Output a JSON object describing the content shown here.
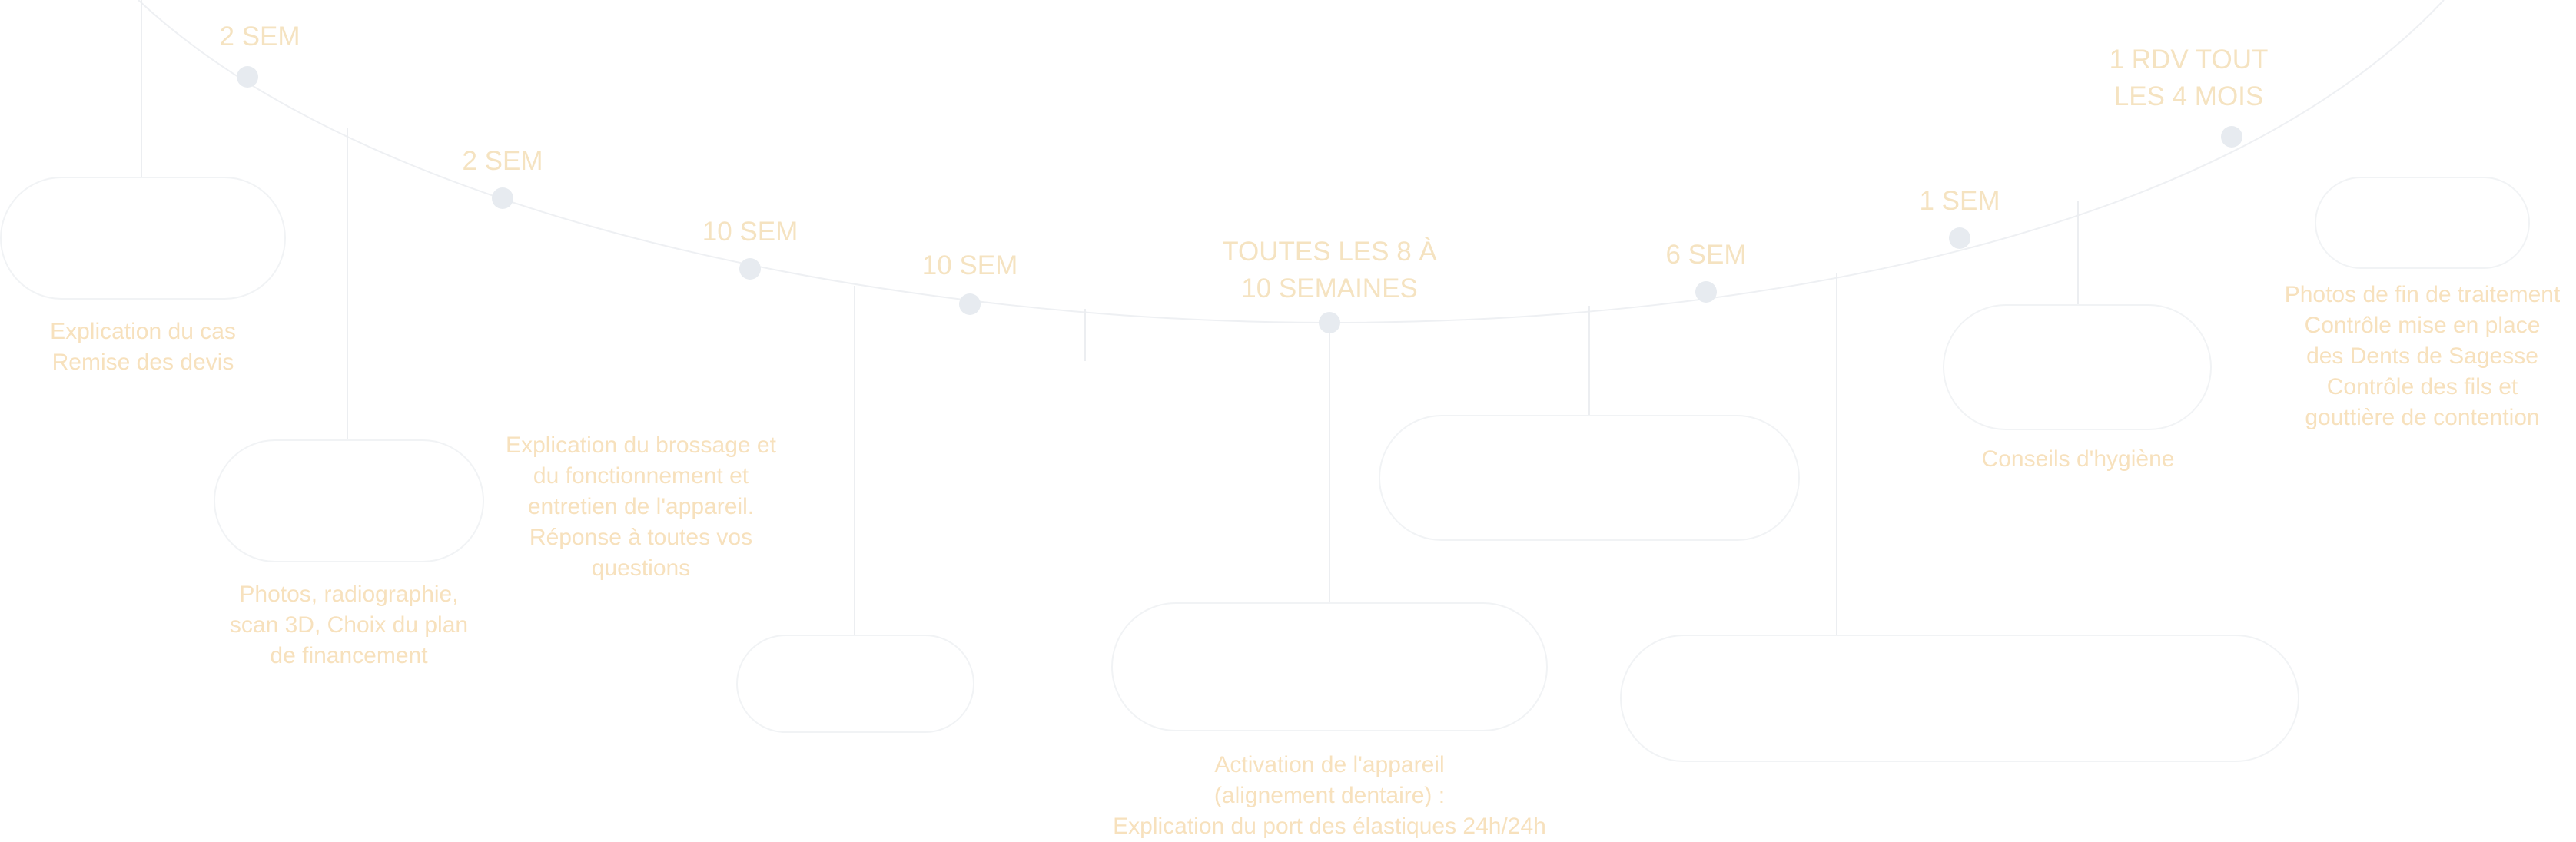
{
  "colors": {
    "curve": "#eef0f3",
    "dot": "#e7ebf0",
    "connector": "#eceef1",
    "pill_border": "#f1f3f5",
    "interval_text": "#f5e3c1",
    "description_text": "#f7e1bd"
  },
  "intervals": [
    {
      "lines": [
        "2 SEM"
      ]
    },
    {
      "lines": [
        "2 SEM"
      ]
    },
    {
      "lines": [
        "10 SEM"
      ]
    },
    {
      "lines": [
        "10 SEM"
      ]
    },
    {
      "lines": [
        "TOUTES LES 8 À",
        "10 SEMAINES"
      ]
    },
    {
      "lines": [
        "6 SEM"
      ]
    },
    {
      "lines": [
        "1 SEM"
      ]
    },
    {
      "lines": [
        "1 RDV TOUT",
        "LES 4 MOIS"
      ]
    }
  ],
  "descriptions": [
    {
      "lines": [
        "Explication du cas",
        "Remise des devis"
      ]
    },
    {
      "lines": [
        "Photos, radiographie,",
        "scan 3D, Choix du plan",
        "de financement"
      ]
    },
    {
      "lines": [
        "Explication du brossage et",
        "du fonctionnement et",
        "entretien de l'appareil.",
        "Réponse à toutes vos",
        "questions"
      ]
    },
    {
      "lines": [
        "Activation de l'appareil",
        "(alignement dentaire) :",
        "Explication du port des élastiques 24h/24h"
      ]
    },
    {
      "lines": [
        "Conseils d'hygiène"
      ]
    },
    {
      "lines": [
        "Photos de fin de traitement",
        "Contrôle mise en place",
        "des Dents de Sagesse",
        "Contrôle des fils et",
        "gouttière de contention"
      ]
    }
  ],
  "pills": [
    {
      "label": ""
    },
    {
      "label": ""
    },
    {
      "label": ""
    },
    {
      "label": ""
    },
    {
      "label": ""
    },
    {
      "label": ""
    },
    {
      "label": ""
    },
    {
      "label": ""
    }
  ]
}
